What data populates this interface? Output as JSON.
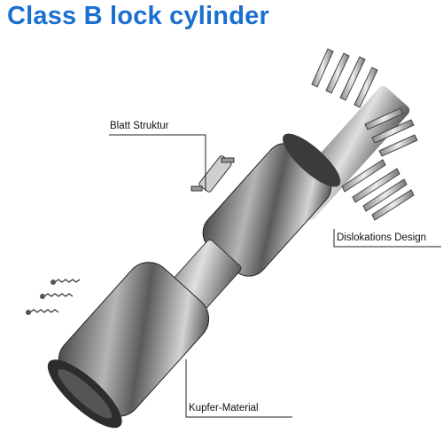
{
  "title": "Class B lock cylinder",
  "callouts": {
    "blade": "Blatt Struktur",
    "dislocation": "Dislokations Design",
    "copper": "Kupfer-Material"
  },
  "colors": {
    "title": "#1a6fd0"
  }
}
